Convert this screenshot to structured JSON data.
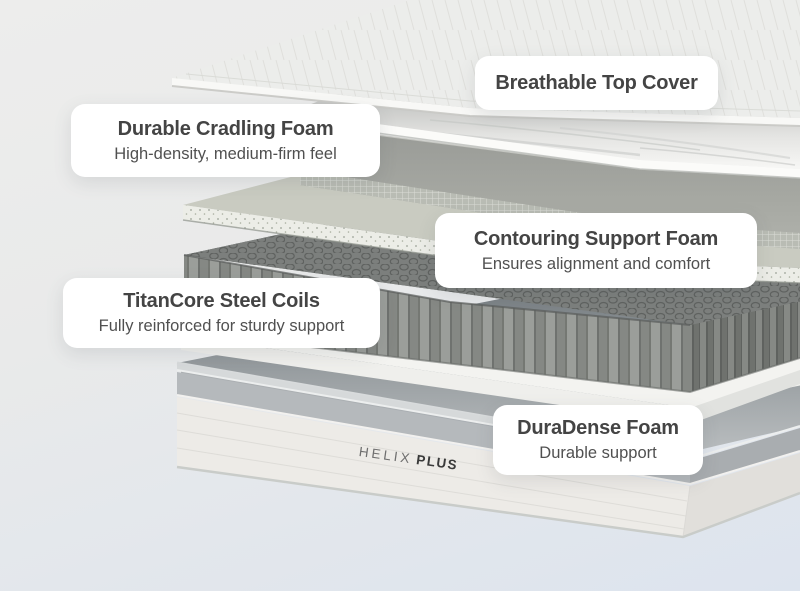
{
  "callouts": [
    {
      "id": "top-cover",
      "title": "Breathable Top Cover",
      "subtitle": ""
    },
    {
      "id": "cradling-foam",
      "title": "Durable Cradling Foam",
      "subtitle": "High-density, medium-firm feel"
    },
    {
      "id": "contouring-foam",
      "title": "Contouring Support Foam",
      "subtitle": "Ensures alignment and comfort"
    },
    {
      "id": "steel-coils",
      "title": "TitanCore Steel Coils",
      "subtitle": "Fully reinforced for sturdy support"
    },
    {
      "id": "duradense-foam",
      "title": "DuraDense Foam",
      "subtitle": "Durable support"
    }
  ],
  "logo": {
    "brand": "HELIX",
    "model": "PLUS"
  },
  "colors": {
    "card_background": "#ffffff",
    "title_text": "#444444",
    "subtitle_text": "#505050",
    "background_top": "#ededec",
    "background_bottom": "#dde4ee",
    "logo_brand": "#6e6e6e",
    "logo_model": "#3a3a3a"
  }
}
